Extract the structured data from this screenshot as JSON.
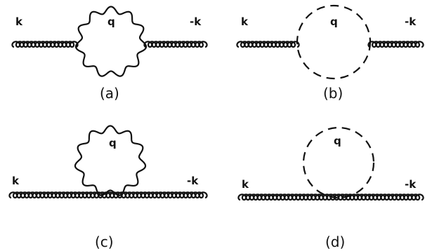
{
  "panels": [
    {
      "caption": "(a)",
      "incoming_label": "k",
      "outgoing_label": "-k",
      "loop_label": "q",
      "loop_kind": "wavy",
      "vertex": "two-point"
    },
    {
      "caption": "(b)",
      "incoming_label": "k",
      "outgoing_label": "-k",
      "loop_label": "q",
      "loop_kind": "dashed",
      "vertex": "two-point"
    },
    {
      "caption": "(c)",
      "incoming_label": "k",
      "outgoing_label": "-k",
      "loop_label": "q",
      "loop_kind": "wavy",
      "vertex": "seagull"
    },
    {
      "caption": "(d)",
      "incoming_label": "k",
      "outgoing_label": "-k",
      "loop_label": "q",
      "loop_kind": "dashed",
      "vertex": "seagull"
    }
  ],
  "colors": {
    "ink": "#111111",
    "background": "#ffffff"
  }
}
